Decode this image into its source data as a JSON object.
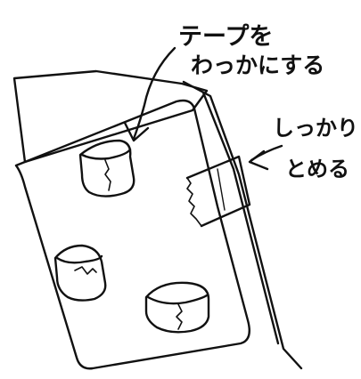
{
  "annotations": {
    "top_label": {
      "line1": "テープを",
      "line2": "わっかにする"
    },
    "right_label": {
      "line1": "しっかり",
      "line2": "とめる"
    }
  },
  "colors": {
    "ink": "#111111",
    "paper": "#ffffff"
  },
  "icons": {
    "arrow_to_tape_loop": "arrow-icon",
    "arrow_to_corner_tape": "arrow-icon"
  }
}
